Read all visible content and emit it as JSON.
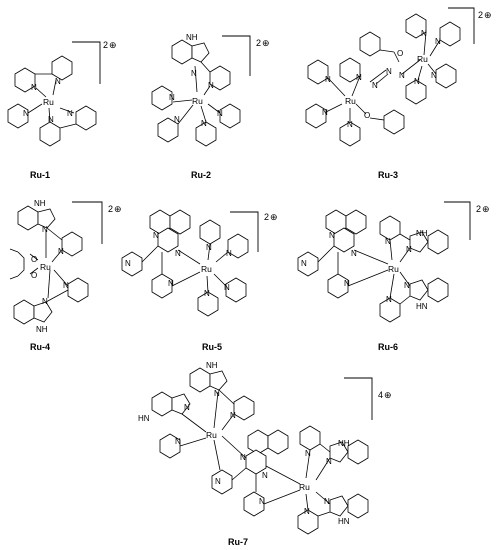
{
  "compounds": [
    {
      "label": "Ru-1",
      "charge": "2",
      "charge_sign": "⊕"
    },
    {
      "label": "Ru-2",
      "charge": "2",
      "charge_sign": "⊕"
    },
    {
      "label": "Ru-3",
      "charge": "2",
      "charge_sign": "⊕"
    },
    {
      "label": "Ru-4",
      "charge": "2",
      "charge_sign": "⊕"
    },
    {
      "label": "Ru-5",
      "charge": "2",
      "charge_sign": "⊕"
    },
    {
      "label": "Ru-6",
      "charge": "2",
      "charge_sign": "⊕"
    },
    {
      "label": "Ru-7",
      "charge": "4",
      "charge_sign": "⊕"
    }
  ],
  "atoms": {
    "ru": "Ru",
    "n": "N",
    "nh": "NH",
    "hn": "HN",
    "o": "O"
  }
}
